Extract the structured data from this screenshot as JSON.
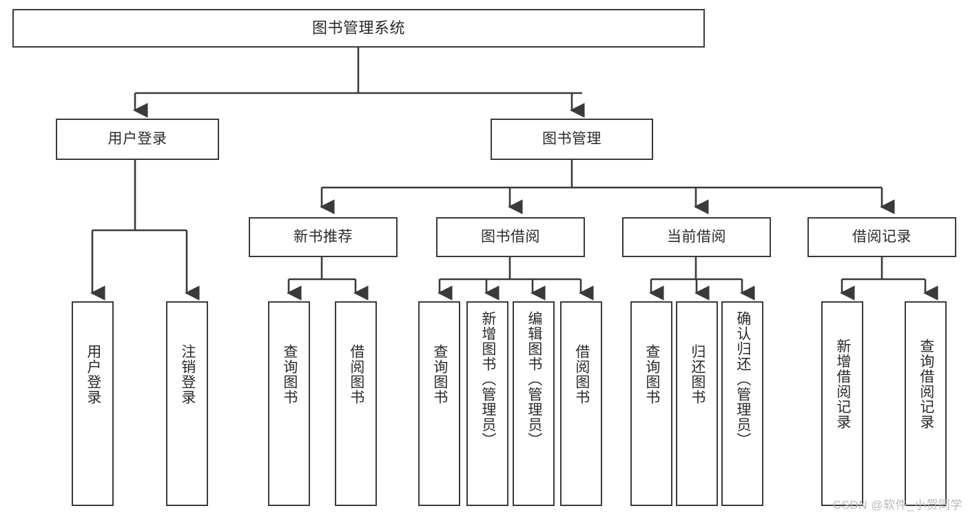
{
  "diagram": {
    "title": "图书管理系统",
    "type": "tree",
    "colors": {
      "border": "#3a3a3a",
      "fill": "#ffffff",
      "text": "#2a2a2a",
      "wire": "#3a3a3a",
      "watermark": "#b9b9b9"
    },
    "root": {
      "label": "图书管理系统"
    },
    "level1": [
      {
        "label": "用户登录"
      },
      {
        "label": "图书管理"
      }
    ],
    "level2": [
      {
        "label": "新书推荐"
      },
      {
        "label": "图书借阅"
      },
      {
        "label": "当前借阅"
      },
      {
        "label": "借阅记录"
      }
    ],
    "leaves": {
      "user_login": [
        {
          "label": "用户登录"
        },
        {
          "label": "注销登录"
        }
      ],
      "new_book": [
        {
          "label": "查询图书"
        },
        {
          "label": "借阅图书"
        }
      ],
      "book_borrow": [
        {
          "label": "查询图书"
        },
        {
          "label": "新增图书（管理员）"
        },
        {
          "label": "编辑图书（管理员）"
        },
        {
          "label": "借阅图书"
        }
      ],
      "current_borrow": [
        {
          "label": "查询图书"
        },
        {
          "label": "归还图书"
        },
        {
          "label": "确认归还（管理员）"
        }
      ],
      "borrow_record": [
        {
          "label": "新增借阅记录"
        },
        {
          "label": "查询借阅记录"
        }
      ]
    }
  },
  "watermark": {
    "text": "CSDN @软件_小贺同学"
  }
}
